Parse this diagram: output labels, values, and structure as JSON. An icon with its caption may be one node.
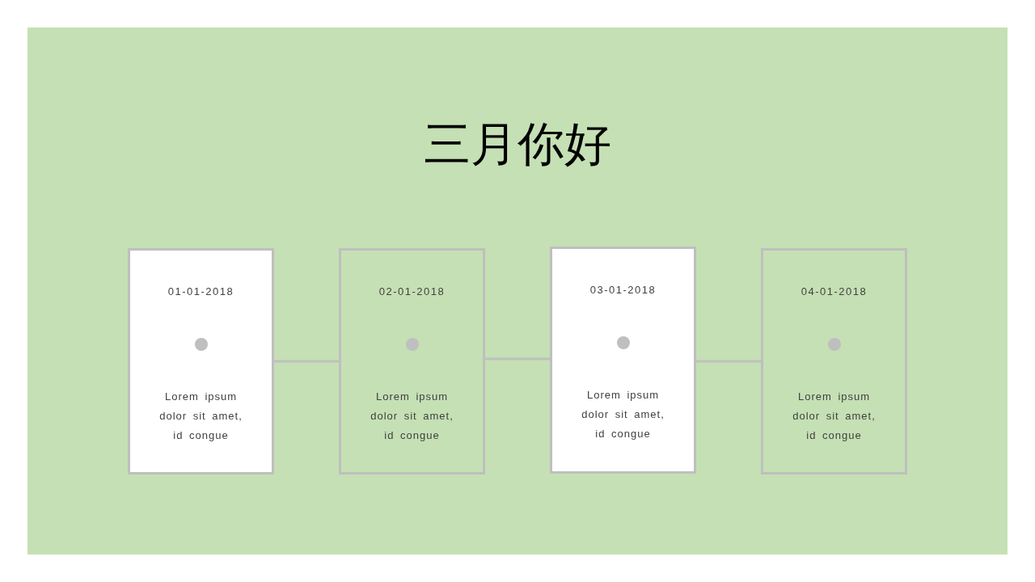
{
  "diagram": {
    "title": "三月你好",
    "nodes": [
      {
        "text": [
          "01-01-2018",
          "Lorem ipsum dolor sit amet, id congue"
        ]
      },
      {
        "text": [
          "02-01-2018",
          "Lorem ipsum dolor sit amet, id congue"
        ]
      },
      {
        "text": [
          "03-01-2018",
          "Lorem ipsum dolor sit amet, id congue"
        ]
      },
      {
        "text": [
          "04-01-2018",
          "Lorem ipsum dolor sit amet, id congue"
        ]
      }
    ],
    "edges": [
      {
        "from": 0,
        "to": 1,
        "arrow": "none"
      },
      {
        "from": 1,
        "to": 2,
        "arrow": "none"
      },
      {
        "from": 2,
        "to": 3,
        "arrow": "none"
      }
    ]
  }
}
